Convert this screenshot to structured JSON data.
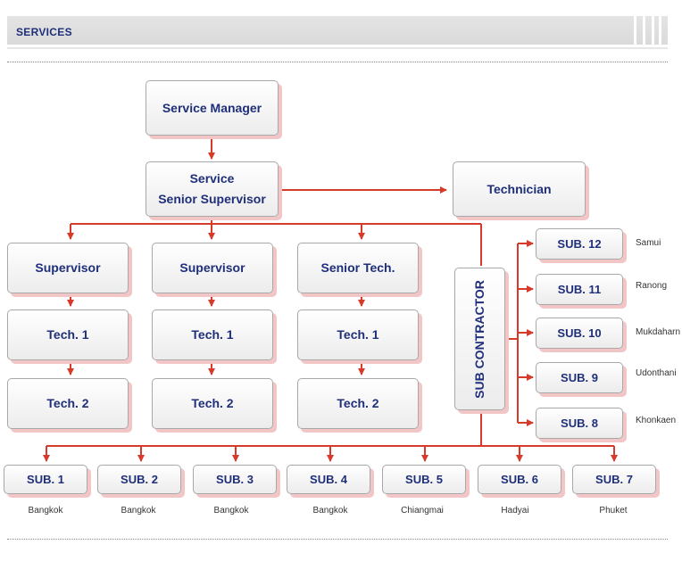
{
  "header": {
    "title": "SERVICES"
  },
  "org": {
    "service_manager": "Service Manager",
    "senior_supervisor": {
      "line1": "Service",
      "line2": "Senior Supervisor"
    },
    "technician": "Technician",
    "columns": [
      {
        "head": "Supervisor",
        "tech1": "Tech. 1",
        "tech2": "Tech. 2"
      },
      {
        "head": "Supervisor",
        "tech1": "Tech. 1",
        "tech2": "Tech. 2"
      },
      {
        "head": "Senior Tech.",
        "tech1": "Tech. 1",
        "tech2": "Tech. 2"
      }
    ],
    "sub_contractor": "SUB CONTRACTOR",
    "right_subs": [
      {
        "label": "SUB. 12",
        "location": "Samui"
      },
      {
        "label": "SUB. 11",
        "location": "Ranong"
      },
      {
        "label": "SUB. 10",
        "location": "Mukdaharn"
      },
      {
        "label": "SUB. 9",
        "location": "Udonthani"
      },
      {
        "label": "SUB. 8",
        "location": "Khonkaen"
      }
    ],
    "bottom_subs": [
      {
        "label": "SUB. 1",
        "location": "Bangkok"
      },
      {
        "label": "SUB. 2",
        "location": "Bangkok"
      },
      {
        "label": "SUB. 3",
        "location": "Bangkok"
      },
      {
        "label": "SUB. 4",
        "location": "Bangkok"
      },
      {
        "label": "SUB. 5",
        "location": "Chiangmai"
      },
      {
        "label": "SUB. 6",
        "location": "Hadyai"
      },
      {
        "label": "SUB. 7",
        "location": "Phuket"
      }
    ]
  },
  "colors": {
    "connector": "#d63a2a",
    "text": "#1f2f7a"
  }
}
